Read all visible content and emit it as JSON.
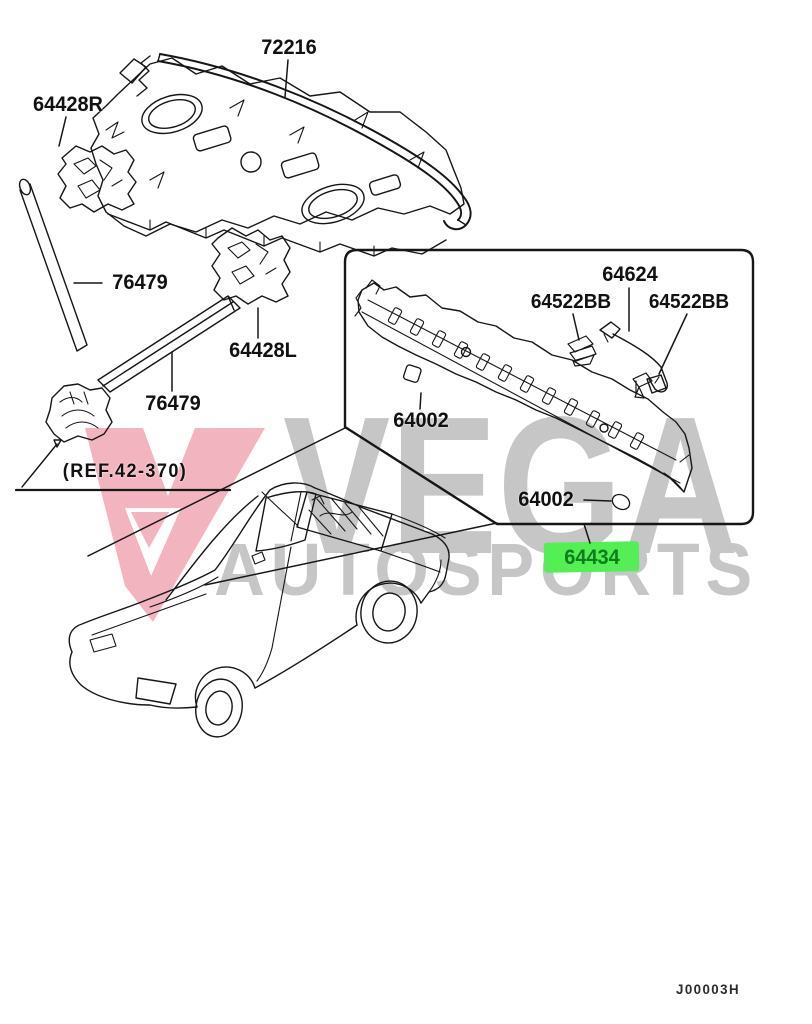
{
  "watermark": {
    "brand": "VEGA",
    "subbrand": "AUTOSPORTS",
    "logo_pink": "#f2b5c0",
    "text_gray": "#c6c6c6"
  },
  "diagram": {
    "line_color": "#161616",
    "highlight_bg": "#54ee55",
    "highlight_text": "#0e7d1e",
    "code_color": "#2b2b2b",
    "labels": {
      "shelf_panel": "72216",
      "bracket_right": "64428R",
      "rod_upper": "76479",
      "bracket_left": "64428L",
      "rod_lower": "76479",
      "ref_note": "(REF.42-370)",
      "bracket_center": "64624",
      "clip_bb_left": "64522BB",
      "clip_bb_right": "64522BB",
      "clip_64002_a": "64002",
      "clip_64002_b": "64002",
      "highlighted_part": "64434",
      "drawing_code": "J00003H"
    }
  }
}
